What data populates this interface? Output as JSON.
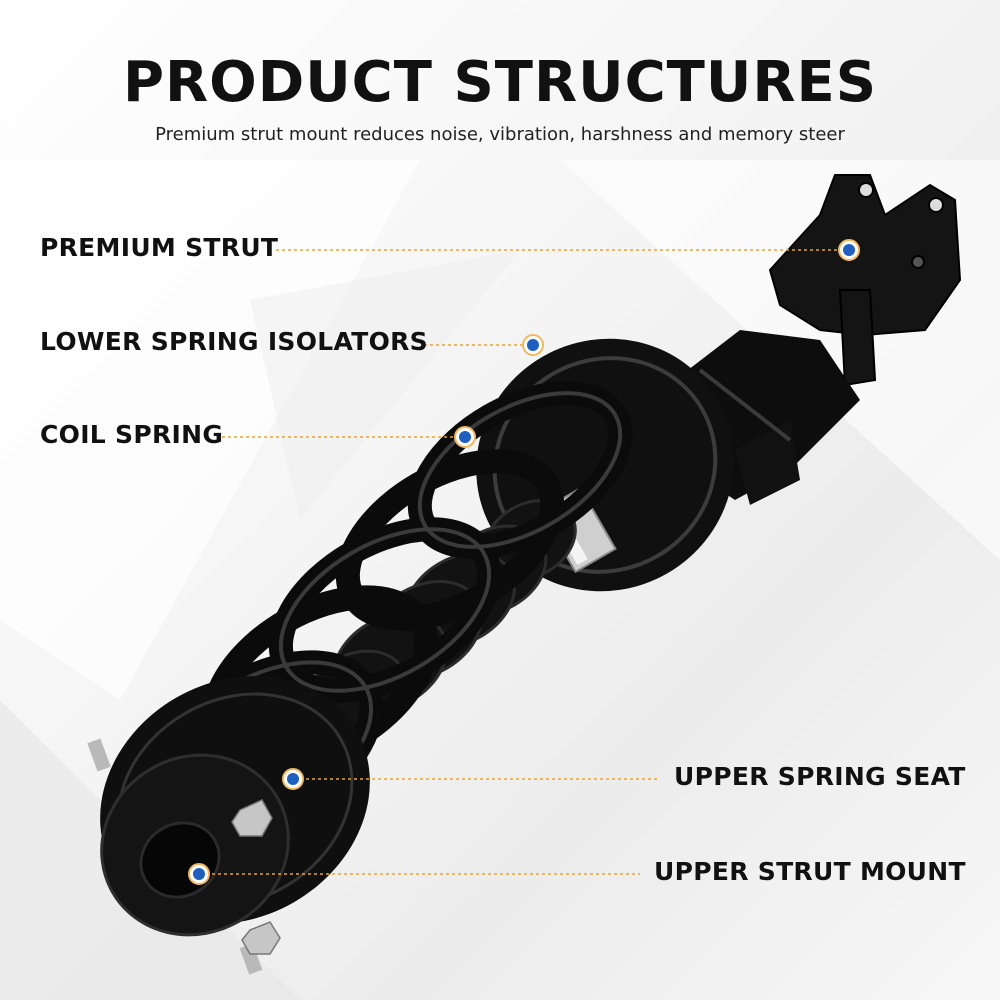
{
  "header": {
    "title": "PRODUCT STRUCTURES",
    "subtitle": "Premium strut mount reduces noise, vibration, harshness and memory steer"
  },
  "callouts": [
    {
      "label": "PREMIUM STRUT"
    },
    {
      "label": "LOWER SPRING ISOLATORS"
    },
    {
      "label": "COIL SPRING"
    },
    {
      "label": "UPPER SPRING SEAT"
    },
    {
      "label": "UPPER STRUT MOUNT"
    }
  ],
  "colors": {
    "accent_line": "#e8a33a",
    "marker_fill": "#1f5fbf",
    "marker_ring": "#f0b860",
    "product": "#111111"
  },
  "icons": [
    "strut-assembly-illustration",
    "callout-marker-icon"
  ]
}
